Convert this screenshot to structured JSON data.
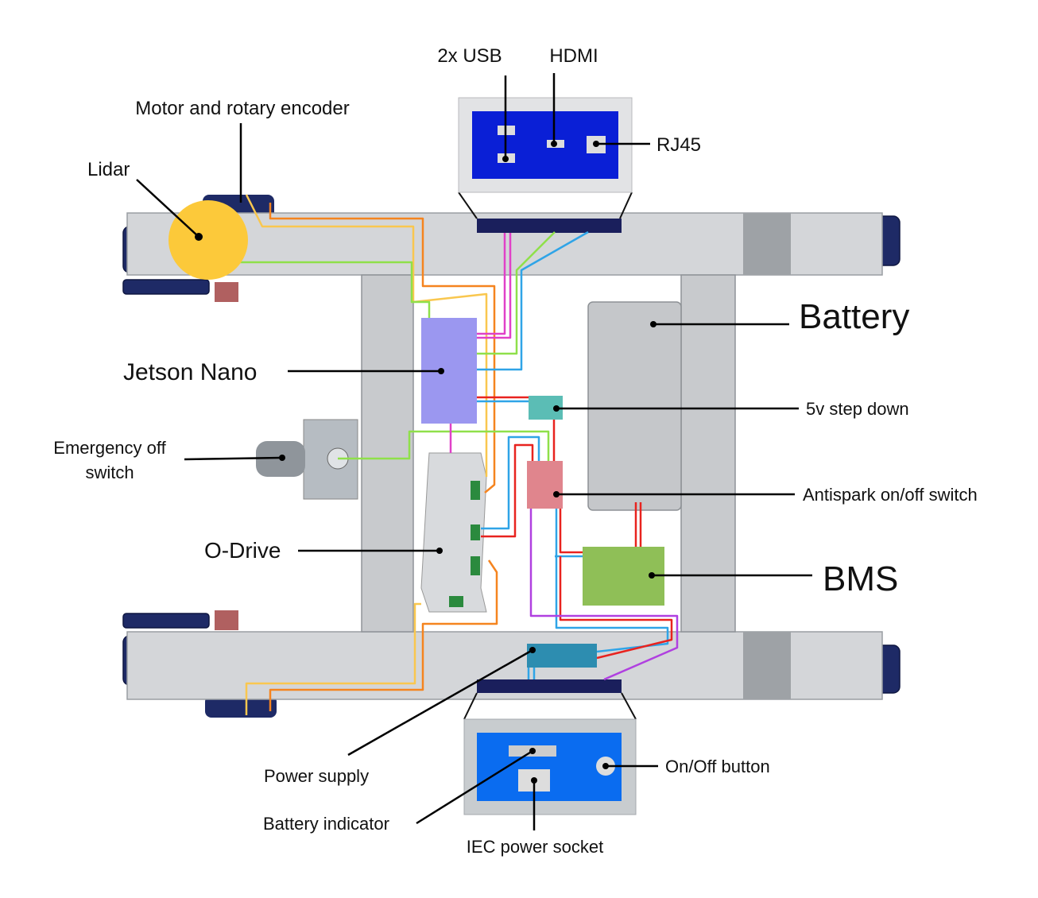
{
  "labels": {
    "usb": "2x USB",
    "hdmi": "HDMI",
    "motor": "Motor and rotary encoder",
    "lidar": "Lidar",
    "rj45": "RJ45",
    "battery": "Battery",
    "jetson": "Jetson Nano",
    "stepdown": "5v step down",
    "emergency_1": "Emergency off",
    "emergency_2": "switch",
    "antispark": "Antispark on/off switch",
    "odrive": "O-Drive",
    "bms": "BMS",
    "power_supply": "Power supply",
    "onoff": "On/Off button",
    "battery_indicator": "Battery indicator",
    "iec": "IEC power socket"
  },
  "colors": {
    "frame": "#d4d6d9",
    "wheel": "#1e2a66",
    "top_panel": "#0a1fd6",
    "bottom_panel": "#0a6cf0",
    "jetson": "#9b97f0",
    "lidar": "#fcc93a",
    "stepdown": "#5bbdb5",
    "antispark": "#e0858d",
    "bms": "#8fbf57",
    "power_supply": "#2d8db0",
    "wire_orange": "#f5841f",
    "wire_yellow": "#f9c74f",
    "wire_green": "#8fe04a",
    "wire_blue": "#2fa4e7",
    "wire_magenta": "#e040c8",
    "wire_red": "#e8231f",
    "wire_purple": "#b040e0"
  }
}
